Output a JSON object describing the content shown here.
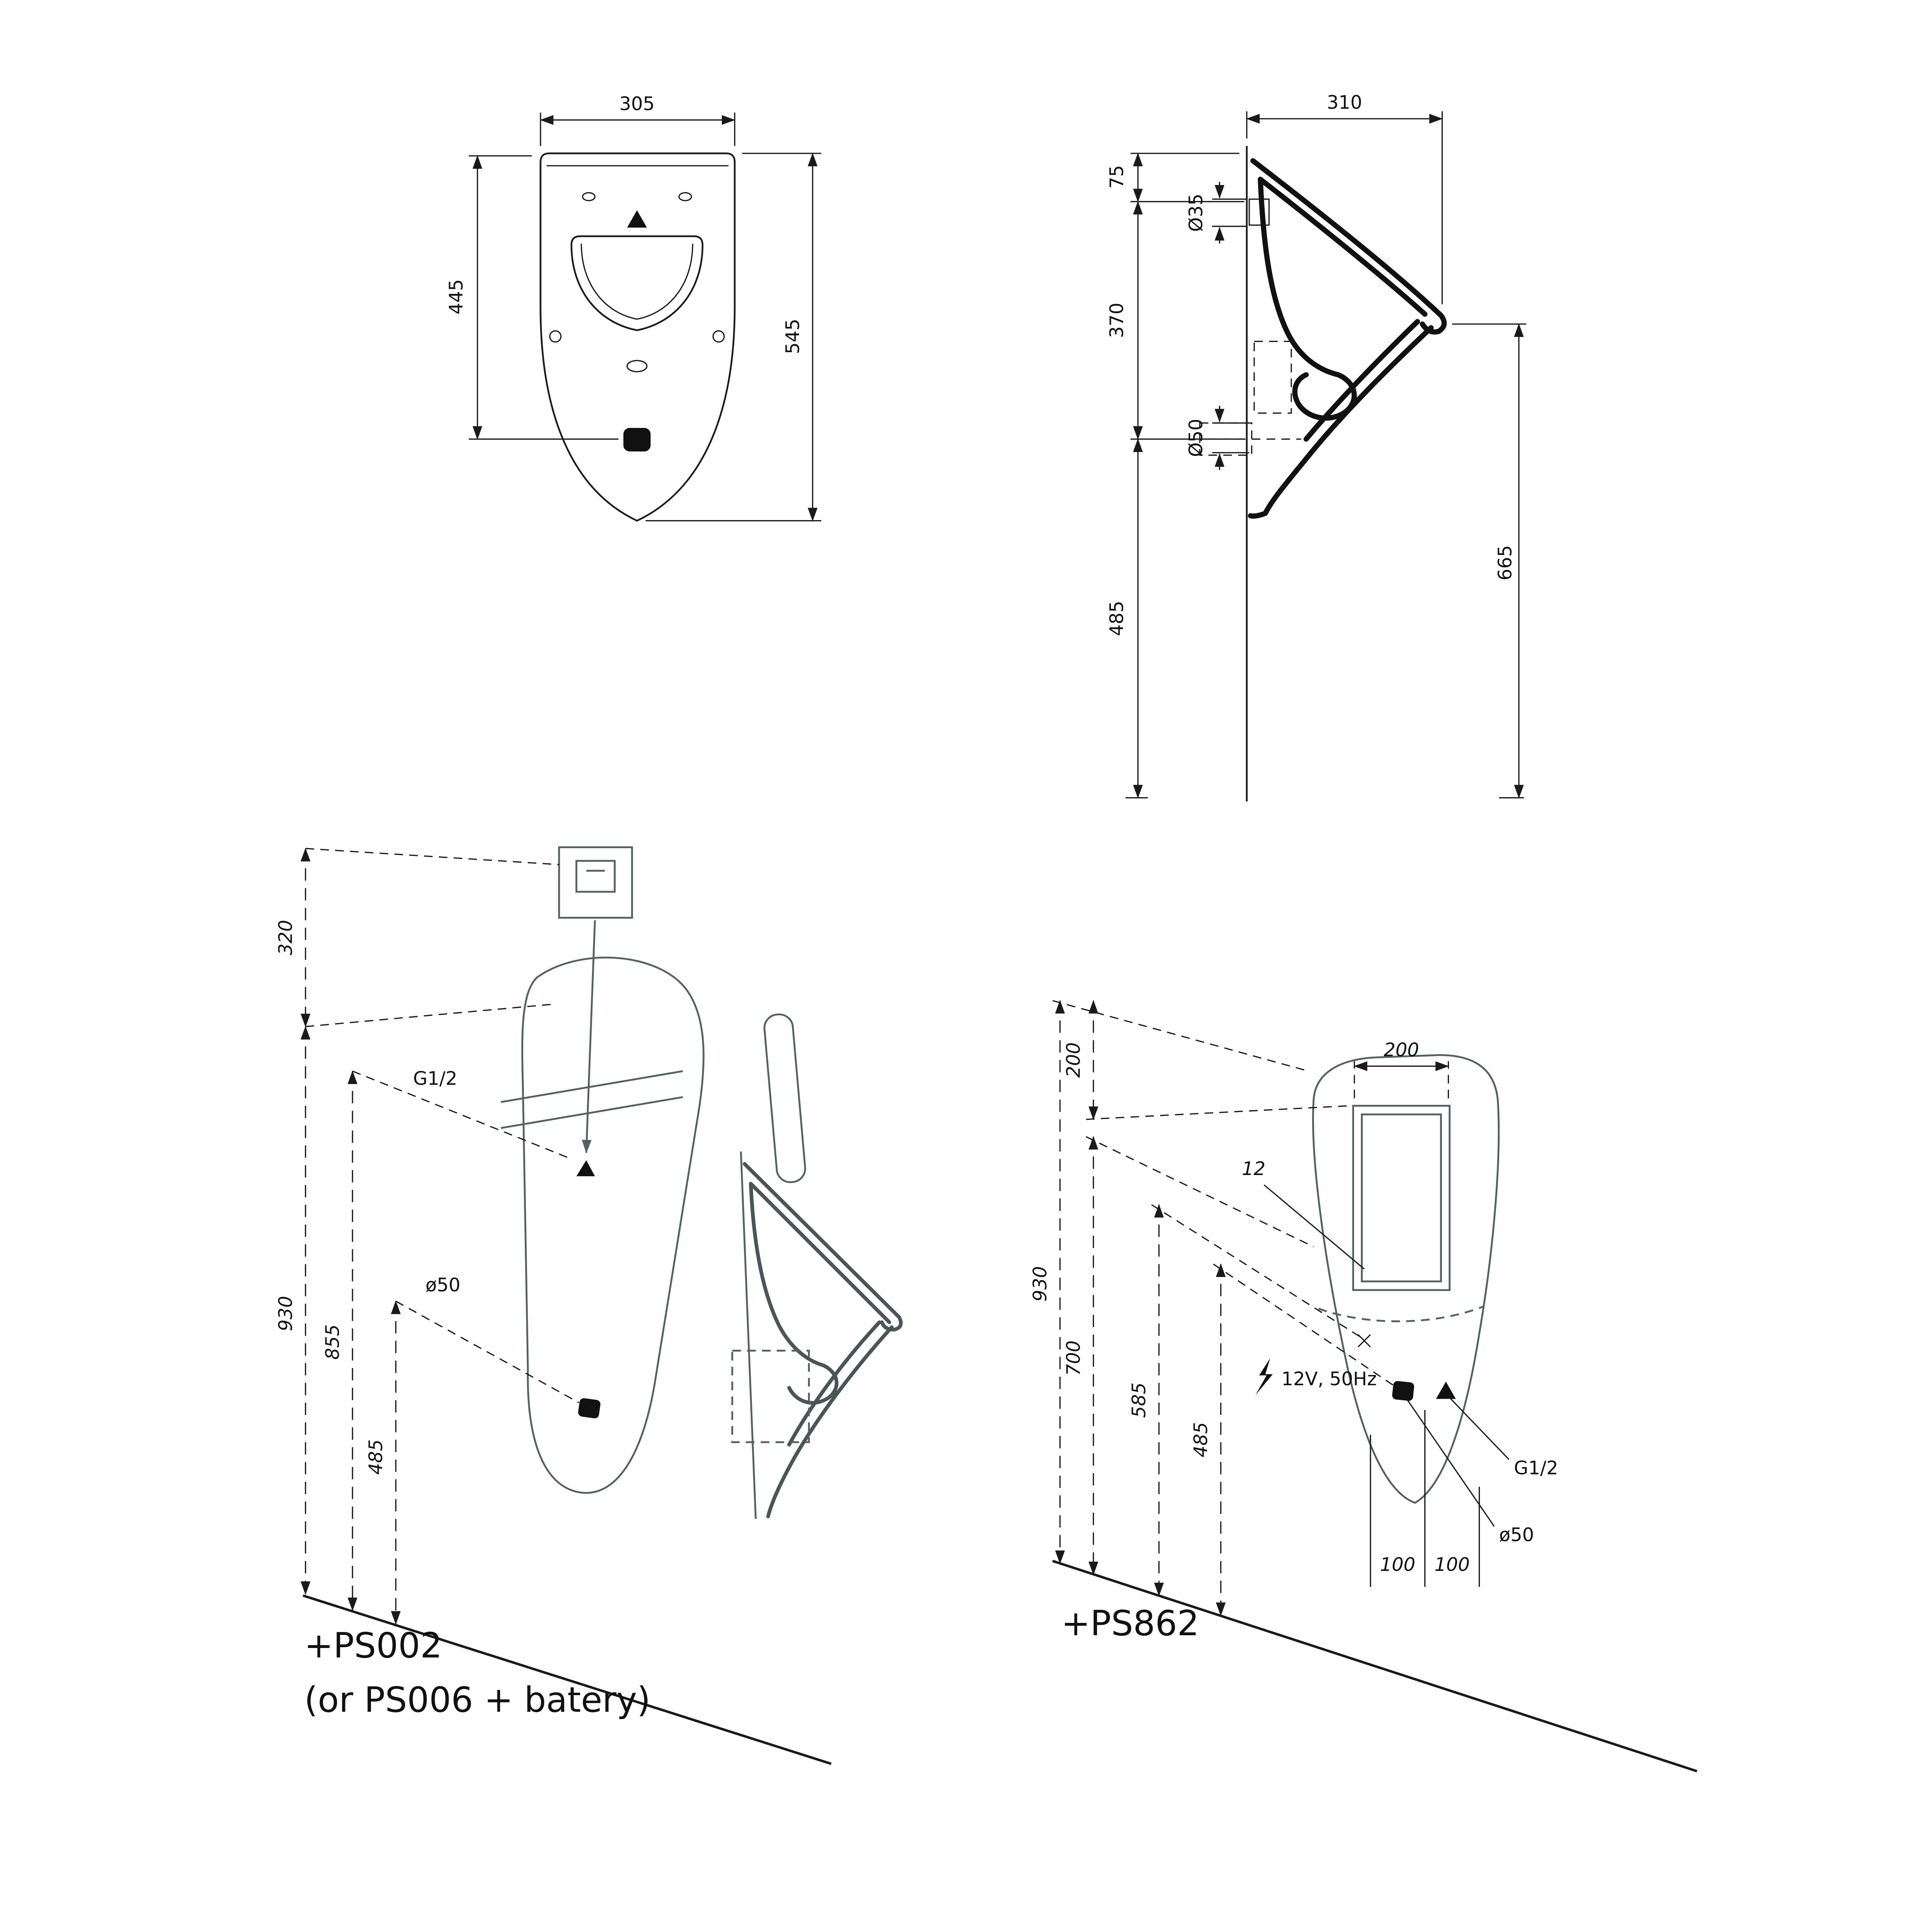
{
  "front_view": {
    "dim_width": "305",
    "dim_basin_height": "445",
    "dim_total_height": "545"
  },
  "side_view": {
    "dim_depth": "310",
    "dim_top_offset": "75",
    "dim_inlet_dia": "Ø35",
    "dim_mid_height": "370",
    "dim_outlet_dia": "Ø50",
    "dim_lower_height": "485",
    "dim_rim_height": "665"
  },
  "iso_left": {
    "dim_cistern_offset": "320",
    "label_inlet_thread": "G1/2",
    "dim_total_height": "930",
    "dim_inlet_height": "855",
    "dim_outlet_height": "485",
    "label_outlet_dia": "ø50",
    "caption_line1": "+PS002",
    "caption_line2": "(or PS006 + batery)"
  },
  "iso_right": {
    "dim_cutout_width": "200",
    "dim_cutout_depth": "12",
    "dim_total_height": "930",
    "dim_top_offset": "200",
    "dim_cutout_bottom": "700",
    "dim_power_height": "585",
    "dim_outlet_height": "485",
    "label_power": "12V, 50Hz",
    "label_inlet_thread": "G1/2",
    "label_outlet_dia": "ø50",
    "dim_offset_left": "100",
    "dim_offset_right": "100",
    "caption": "+PS862"
  }
}
